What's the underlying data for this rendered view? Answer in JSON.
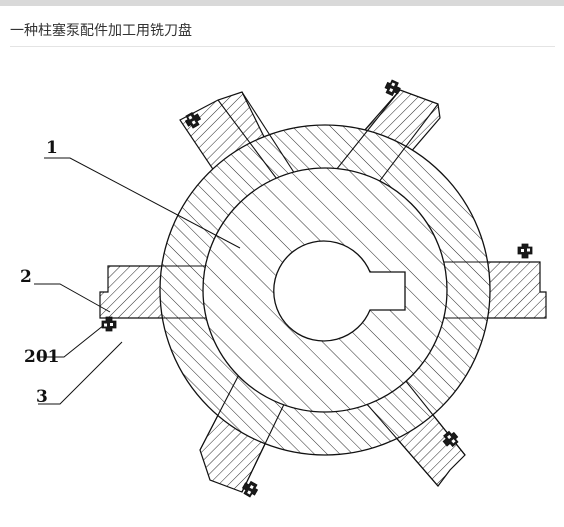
{
  "header": {
    "title": "一种柱塞泵配件加工用铣刀盘"
  },
  "diagram": {
    "callouts": [
      {
        "id": "1",
        "text": "1"
      },
      {
        "id": "2",
        "text": "2"
      },
      {
        "id": "201",
        "text": "201"
      },
      {
        "id": "3",
        "text": "3"
      }
    ]
  },
  "colors": {
    "line": "#111111",
    "background": "#ffffff"
  }
}
